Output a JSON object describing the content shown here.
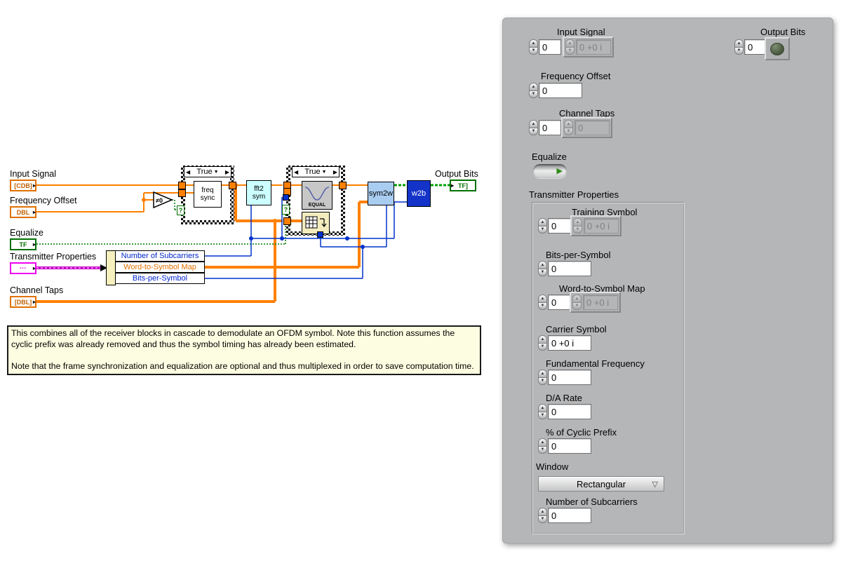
{
  "icons": {
    "up": "▲",
    "down": "▼",
    "case_left": "◀",
    "case_right": "▶",
    "case_drop": "▼",
    "terminal_arrow": "▸",
    "question": "?",
    "dropdown_arrow": "▽",
    "toggle_arrow": "▶",
    "cluster_glyph": "▪▪▪"
  },
  "diagram": {
    "labels": {
      "input_signal": "Input Signal",
      "frequency_offset": "Frequency Offset",
      "equalize": "Equalize",
      "transmitter_properties": "Transmitter Properties",
      "channel_taps": "Channel Taps",
      "output_bits": "Output Bits"
    },
    "terminal_types": {
      "input_signal": "[CDB]",
      "frequency_offset": "DBL",
      "equalize": "TF",
      "channel_taps": "[DBL]",
      "output_bits": "TF]"
    },
    "case_structures": {
      "frame_sync_selector": "True",
      "equalize_selector": "True"
    },
    "nodes": {
      "not_equal_zero": "≠0",
      "freq_sync": "freq sync",
      "fft2_sym": "fft2 sym",
      "equalizer": "EQUAL",
      "sym2w": "sym2w",
      "w2b": "w2b"
    },
    "unbundle_fields": [
      "Number of Subcarriers",
      "Word-to-Symbol Map",
      "Bits-per-Symbol"
    ],
    "comment": {
      "para1": "This combines all of the receiver blocks in cascade to demodulate an OFDM symbol. Note this function assumes the cyclic prefix was already removed and thus the  symbol timing has already been estimated.",
      "para2": "Note that the frame synchronization and equalization are optional and thus multiplexed in order to save computation time."
    }
  },
  "panel": {
    "input_signal": {
      "label": "Input Signal",
      "value": "0",
      "complex_value": "0 +0 i"
    },
    "output_bits": {
      "label": "Output Bits",
      "value": "0"
    },
    "frequency_offset": {
      "label": "Frequency Offset",
      "value": "0"
    },
    "channel_taps": {
      "label": "Channel Taps",
      "value": "0",
      "element_value": "0"
    },
    "equalize": {
      "label": "Equalize"
    },
    "transmitter_properties": {
      "label": "Transmitter Properties",
      "training_symbol": {
        "label": "Training Symbol",
        "value": "0",
        "complex_value": "0 +0 i"
      },
      "bits_per_symbol": {
        "label": "Bits-per-Symbol",
        "value": "0"
      },
      "word_to_symbol_map": {
        "label": "Word-to-Symbol Map",
        "value": "0",
        "complex_value": "0 +0 i"
      },
      "carrier_symbol": {
        "label": "Carrier Symbol",
        "value": "0 +0 i"
      },
      "fundamental_frequency": {
        "label": "Fundamental Frequency",
        "value": "0"
      },
      "da_rate": {
        "label": "D/A Rate",
        "value": "0"
      },
      "cyclic_prefix": {
        "label": "% of Cyclic Prefix",
        "value": "0"
      },
      "window": {
        "label": "Window",
        "value": "Rectangular"
      },
      "number_of_subcarriers": {
        "label": "Number of Subcarriers",
        "value": "0"
      }
    }
  },
  "colors": {
    "wire_orange": "#FF8000",
    "wire_blue": "#0033CC",
    "wire_green": "#008000",
    "wire_pink": "#F000F0",
    "block_w2b": "#1433C8",
    "block_sym2w": "#A9CCF1",
    "block_fft": "#CCFFFF",
    "comment_bg": "#FDFDE1",
    "panel_gray": "#B5B6B8",
    "led_green": "#49593F"
  }
}
